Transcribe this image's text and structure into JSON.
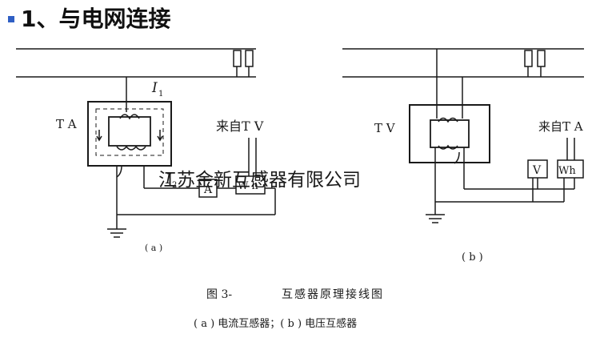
{
  "heading": {
    "title": "1、与电网连接"
  },
  "watermark": "江苏金新互感器有限公司",
  "diagram_a": {
    "device_label": "T A",
    "current_1": "I",
    "current_1_sub": "1",
    "current_2": "I",
    "current_2_sub": "2",
    "source_label": "来自T V",
    "ammeter": "A",
    "meter": "W h",
    "panel_label": "( a )"
  },
  "diagram_b": {
    "device_label": "T V",
    "source_label": "来自T A",
    "voltmeter": "V",
    "meter": "Wh",
    "panel_label": "( b )"
  },
  "caption": {
    "figure": "图 3-",
    "title": "互感器原理接线图",
    "subtitle": "( a )  电流互感器；( b )  电压互感器"
  },
  "colors": {
    "bullet": "#2f5fc4",
    "line": "#1a1a1a",
    "watermark": "#c8d8ec"
  }
}
